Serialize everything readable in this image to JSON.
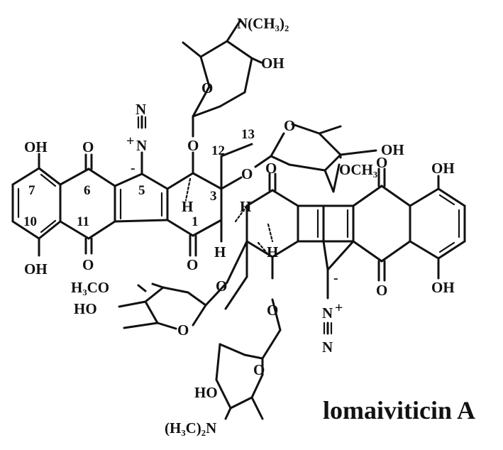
{
  "compound_name": "lomaiviticin A",
  "labels": {
    "oh": "OH",
    "o": "O",
    "h": "H",
    "n": "N",
    "nme2_top": "N(CH₃)₂",
    "nme2_bottom": "(H₃C)₂N",
    "ome_right": "OCH₃",
    "ome_left": "H₃CO",
    "ho": "HO",
    "plus": "+",
    "minus": "-"
  },
  "numbering": {
    "c1": "1",
    "c3": "3",
    "c5": "5",
    "c6": "6",
    "c7": "7",
    "c10": "10",
    "c11": "11",
    "c12": "12",
    "c13": "13"
  }
}
